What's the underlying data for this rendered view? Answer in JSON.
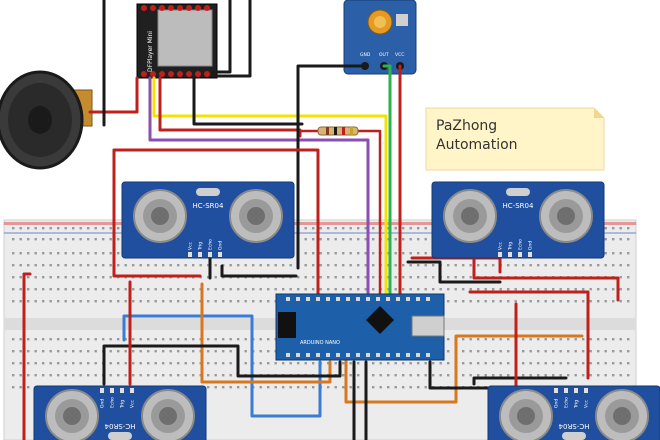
{
  "note": {
    "line1": "PaZhong",
    "line2": "Automation"
  },
  "sensors": [
    {
      "id": "sensor-left-top",
      "label": "HC-SR04",
      "pins": [
        "Vcc",
        "Trig",
        "Echo",
        "Gnd"
      ]
    },
    {
      "id": "sensor-right-top",
      "label": "HC-SR04",
      "pins": [
        "Vcc",
        "Trig",
        "Echo",
        "Gnd"
      ]
    },
    {
      "id": "sensor-left-bottom",
      "label": "HC-SR04",
      "pins": [
        "Gnd",
        "Echo",
        "Trig",
        "Vcc"
      ]
    },
    {
      "id": "sensor-right-bottom",
      "label": "HC-SR04",
      "pins": [
        "Gnd",
        "Echo",
        "Trig",
        "Vcc"
      ]
    }
  ],
  "mp3_module": {
    "label": "DFPlayer Mini"
  },
  "potentiometer": {
    "pins": [
      "GND",
      "OUT",
      "VCC"
    ]
  },
  "arduino": {
    "label": "ARDUINO NANO"
  },
  "colors": {
    "board_blue": "#1d5fa8",
    "sensor_blue": "#1f4f9e",
    "note_yellow": "#fff5c8",
    "wire_red": "#c0201b",
    "wire_black": "#1a1a1a",
    "wire_yellow": "#f2e400",
    "wire_purple": "#8a4fb0",
    "wire_green": "#2db34a",
    "wire_orange": "#d9771e",
    "wire_blue": "#3a7bd5",
    "breadboard": "#ececec"
  }
}
